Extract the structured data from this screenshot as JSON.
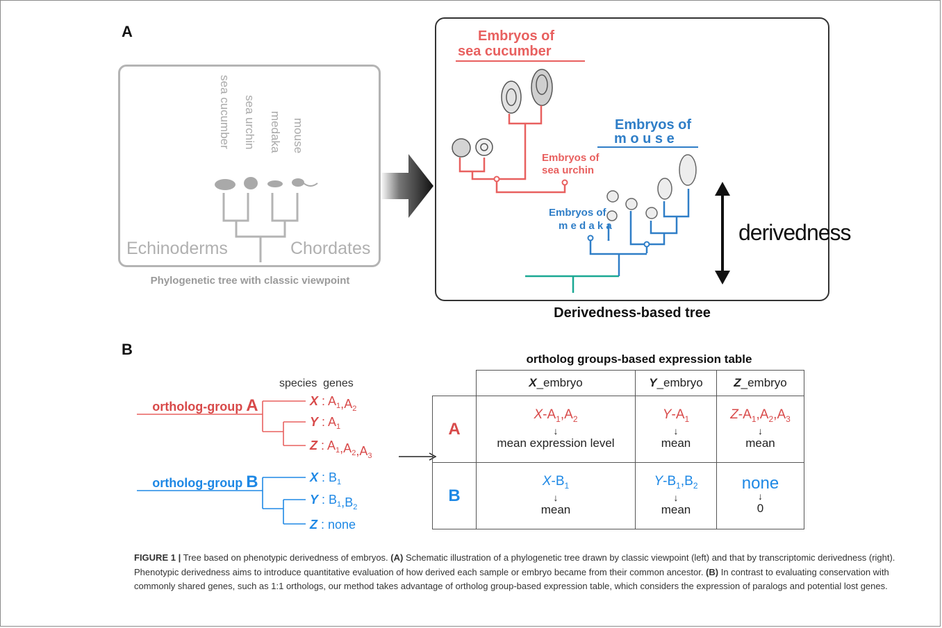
{
  "panelA": {
    "letter": "A",
    "classic": {
      "species": [
        "sea cucumber",
        "sea urchin",
        "medaka",
        "mouse"
      ],
      "groups": [
        "Echinoderms",
        "Chordates"
      ],
      "caption": "Phylogenetic tree with classic viewpoint"
    },
    "derived": {
      "sea_cucumber_label": [
        "Embryos of",
        "sea cucumber"
      ],
      "sea_urchin_label": [
        "Embryos of",
        "sea urchin"
      ],
      "mouse_label": [
        "Embryos of",
        "m o u s e"
      ],
      "medaka_label": [
        "Embryos of",
        "m e d a k a"
      ],
      "axis_label": "derivedness",
      "caption": "Derivedness-based tree"
    },
    "colors": {
      "red": "#e8605f",
      "blue": "#2f7ec7",
      "green": "#1aa893",
      "gray": "#b4b4b4"
    }
  },
  "panelB": {
    "letter": "B",
    "tree": {
      "header": "species  genes",
      "groupA_prefix": "ortholog-group ",
      "groupA_letter": "A",
      "groupB_prefix": "ortholog-group ",
      "groupB_letter": "B",
      "groupA_rows": [
        {
          "sp": "X",
          "sep": " : ",
          "g": "A",
          "subs": [
            "1",
            "2"
          ]
        },
        {
          "sp": "Y",
          "sep": " : ",
          "g": "A",
          "subs": [
            "1"
          ]
        },
        {
          "sp": "Z",
          "sep": " : ",
          "g": "A",
          "subs": [
            "1",
            "2",
            "3"
          ]
        }
      ],
      "groupB_rows": [
        {
          "sp": "X",
          "sep": " : ",
          "g": "B",
          "subs": [
            "1"
          ]
        },
        {
          "sp": "Y",
          "sep": " : ",
          "g": "B",
          "subs": [
            "1",
            "2"
          ]
        },
        {
          "sp": "Z",
          "sep": " : ",
          "text": "none"
        }
      ]
    },
    "table": {
      "title": "ortholog groups-based expression table",
      "headers": [
        {
          "sp": "X",
          "suffix": "_embryo"
        },
        {
          "sp": "Y",
          "suffix": "_embryo"
        },
        {
          "sp": "Z",
          "suffix": "_embryo"
        }
      ],
      "rows": [
        {
          "label": "A",
          "cells": [
            {
              "sp": "X",
              "g": "A",
              "subs": [
                "1",
                "2"
              ],
              "sub": "mean expression level"
            },
            {
              "sp": "Y",
              "g": "A",
              "subs": [
                "1"
              ],
              "sub": "mean"
            },
            {
              "sp": "Z",
              "g": "A",
              "subs": [
                "1",
                "2",
                "3"
              ],
              "sub": "mean"
            }
          ]
        },
        {
          "label": "B",
          "cells": [
            {
              "sp": "X",
              "g": "B",
              "subs": [
                "1"
              ],
              "sub": "mean"
            },
            {
              "sp": "Y",
              "g": "B",
              "subs": [
                "1",
                "2"
              ],
              "sub": "mean"
            },
            {
              "text": "none",
              "sub": "0"
            }
          ]
        }
      ]
    }
  },
  "caption": {
    "label": "FIGURE 1 |",
    "intro": " Tree based on phenotypic derivedness of embryos. ",
    "partA_tag": "(A)",
    "partA_text": " Schematic illustration of a phylogenetic tree drawn by classic viewpoint (left) and that by transcriptomic derivedness (right). Phenotypic derivedness aims to introduce quantitative evaluation of how derived each sample or embryo became from their common ancestor. ",
    "partB_tag": "(B)",
    "partB_text": " In contrast to evaluating conservation with commonly shared genes, such as 1:1 orthologs, our method takes advantage of ortholog group-based expression table, which considers the expression of paralogs and potential lost genes."
  }
}
